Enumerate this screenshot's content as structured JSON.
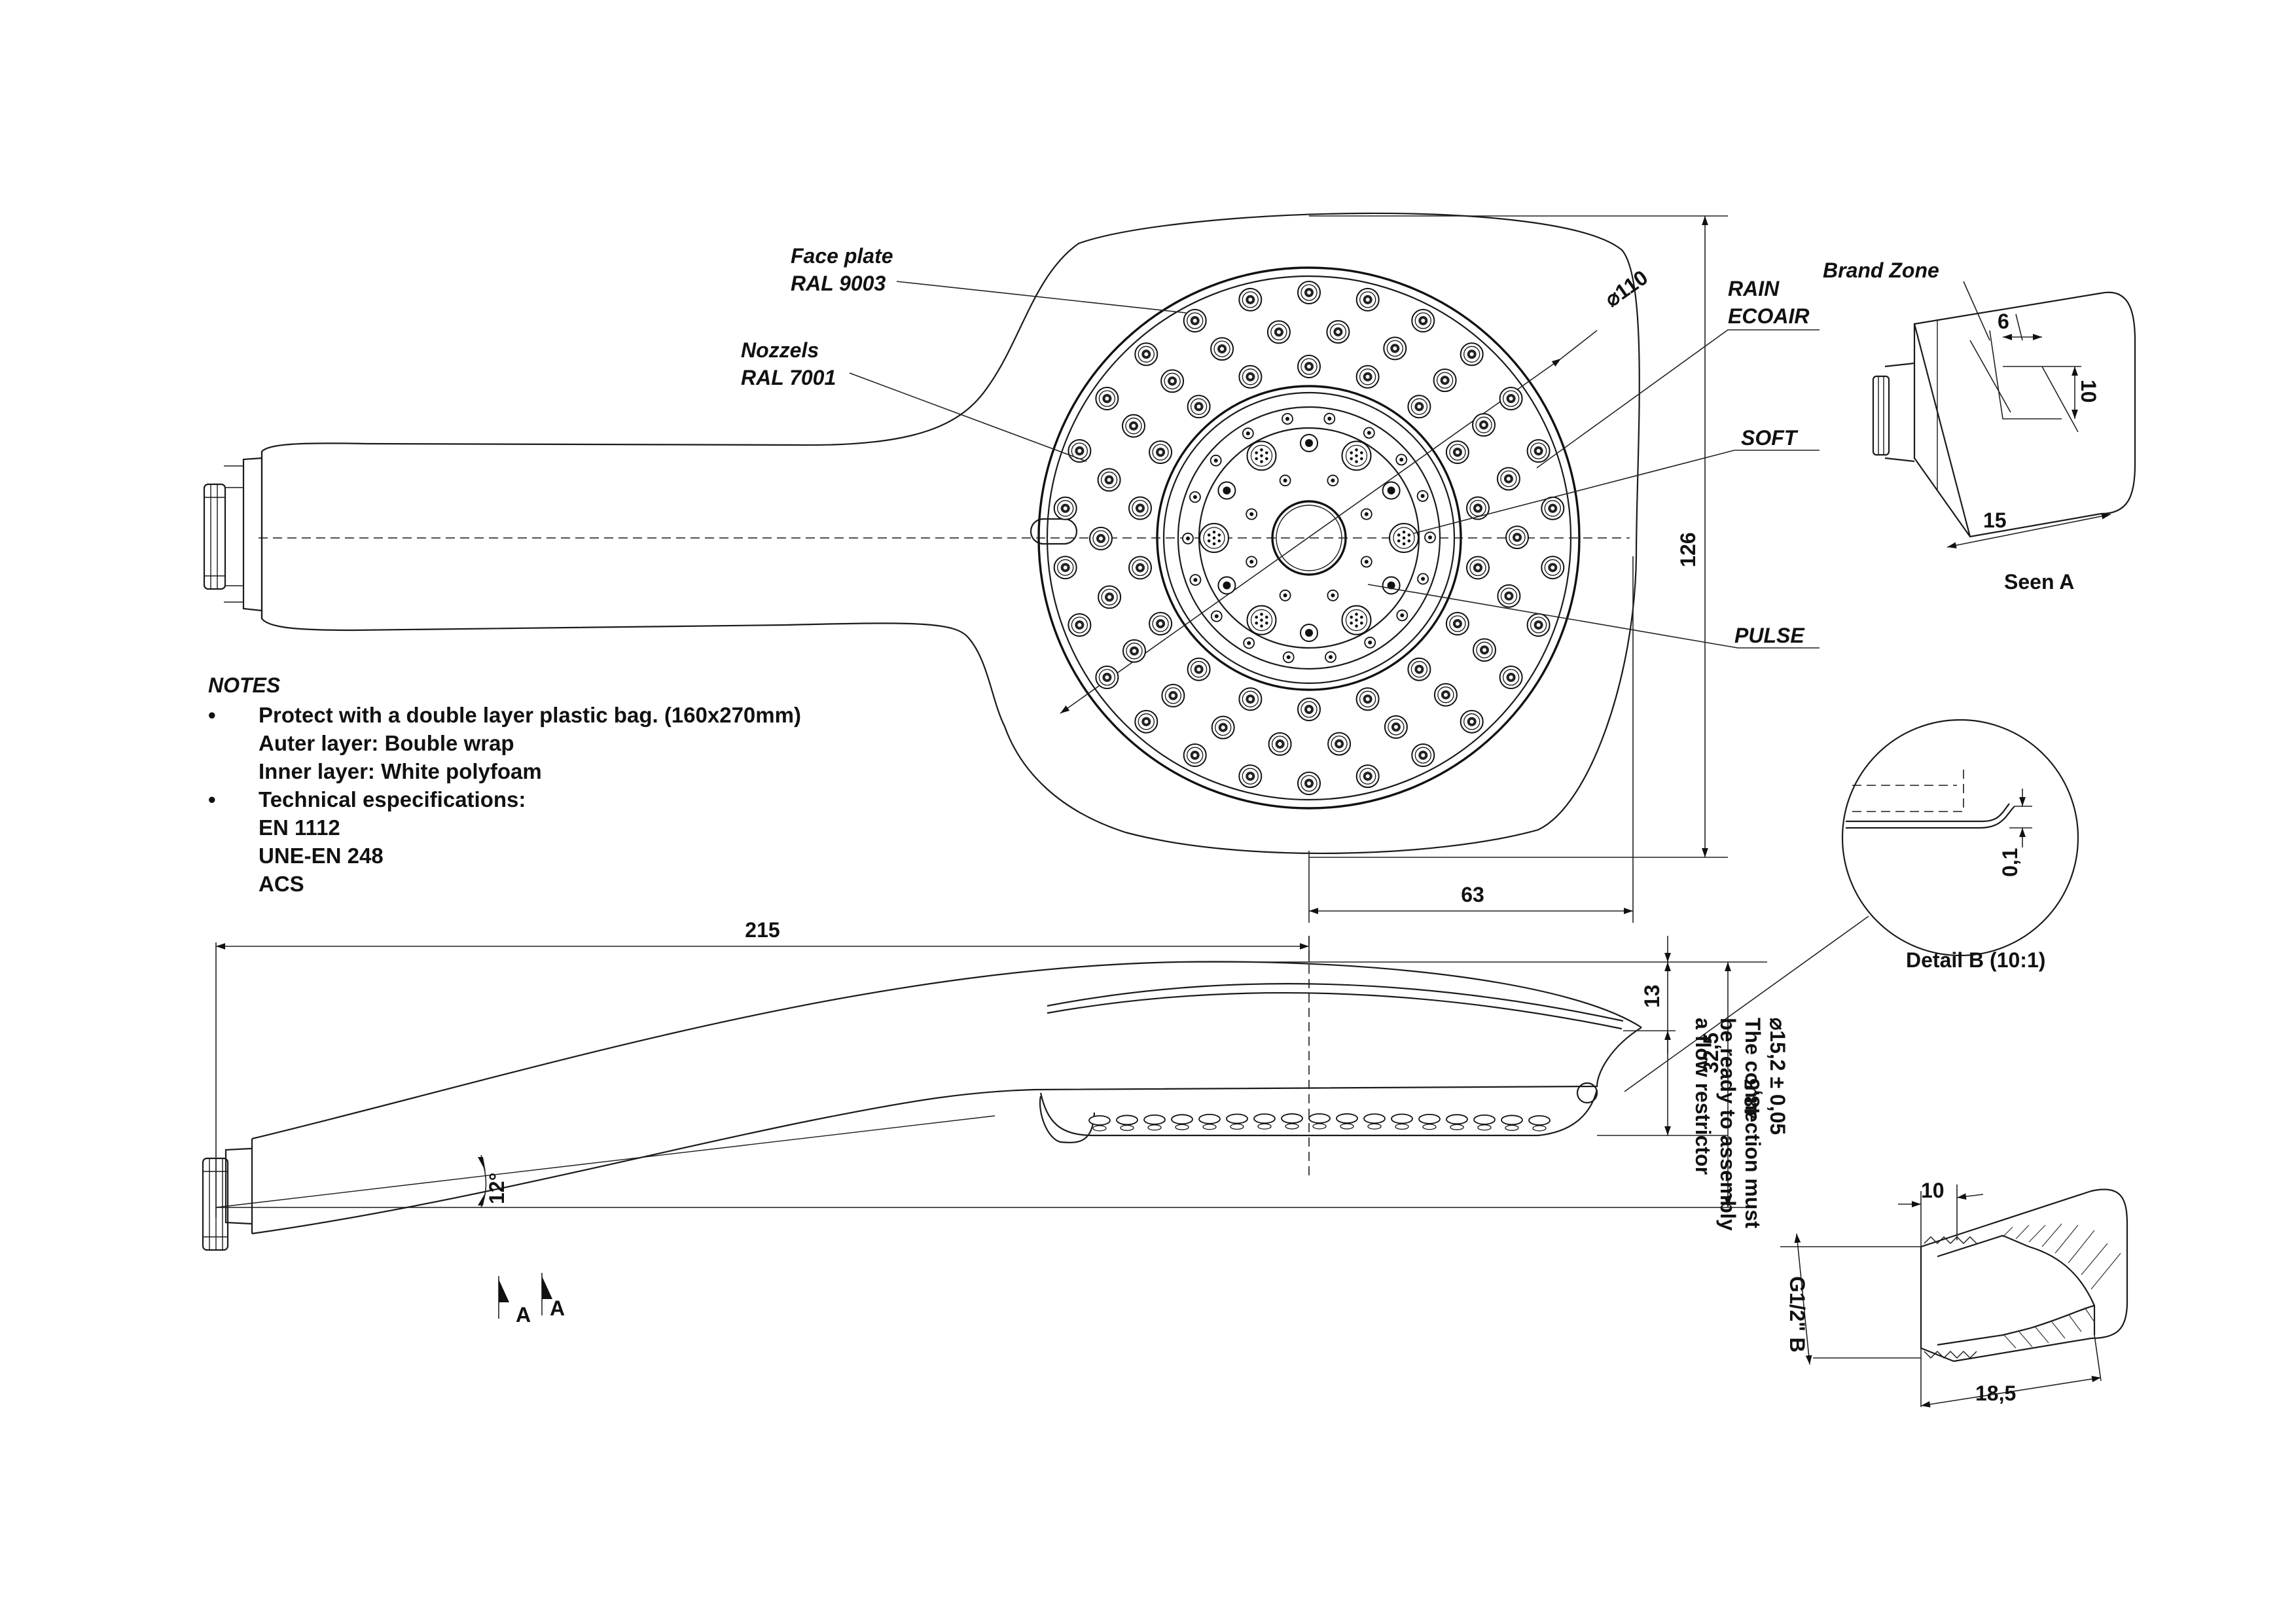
{
  "labels": {
    "face_plate": [
      "Face plate",
      "RAL 9003"
    ],
    "nozzels": [
      "Nozzels",
      "RAL 7001"
    ],
    "rain_ecoair": [
      "RAIN",
      "ECOAIR"
    ],
    "soft": "SOFT",
    "pulse": "PULSE",
    "brand_zone": "Brand Zone",
    "seen_a": "Seen A",
    "detail_b": "Detail B (10:1)"
  },
  "dimensions": {
    "d110": "110",
    "h126": "126",
    "w63": "63",
    "l215": "215",
    "d13": "13",
    "d32_5": "32,5",
    "d48_5": "48,5",
    "angle12": "12°",
    "bz6": "6",
    "bz10": "10",
    "bz15": "15",
    "detail_b_01": "0,1",
    "conn10": "10",
    "conn18_5": "18,5",
    "thread": "G1/2\" B",
    "section_a_left": "A",
    "section_a_right": "A"
  },
  "connection_note": [
    "15,2 ± 0,05",
    "The connection must",
    "be ready to assembly",
    "a flow restrictor"
  ],
  "notes": {
    "title": "NOTES",
    "lines": [
      "Protect with a double layer plastic bag. (160x270mm)",
      "Auter layer: Bouble wrap",
      "Inner layer: White polyfoam",
      "Technical especifications:",
      "EN 1112",
      "UNE-EN 248",
      "ACS"
    ]
  }
}
